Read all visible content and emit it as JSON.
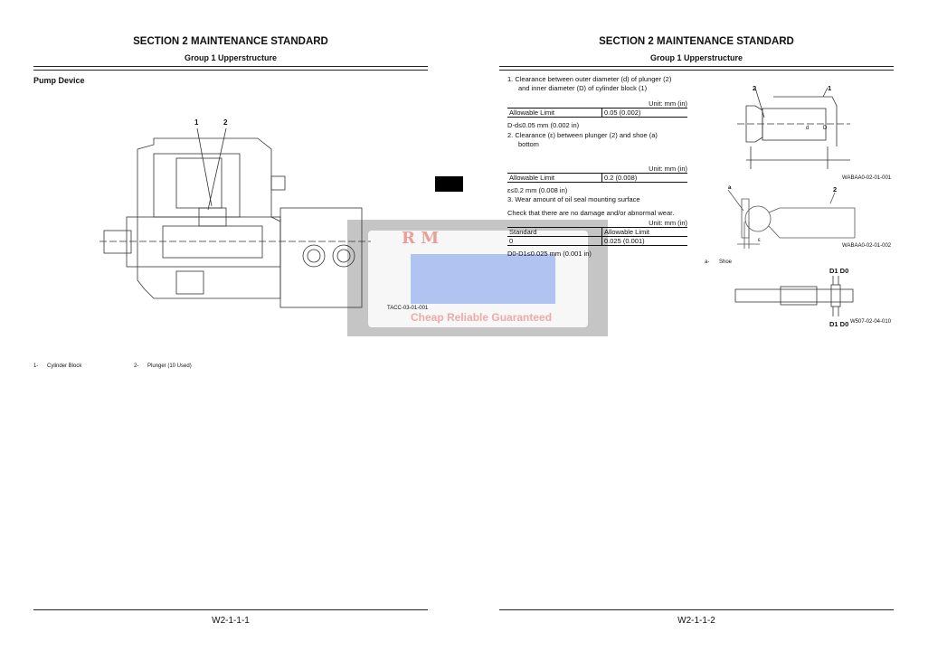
{
  "left_page": {
    "section_title": "SECTION 2 MAINTENANCE STANDARD",
    "group_title": "Group 1 Upperstructure",
    "subtitle": "Pump Device",
    "callouts": [
      "1",
      "2"
    ],
    "figure_code": "TACC-03-01-001",
    "legend": [
      {
        "num": "1-",
        "label": "Cylinder Block"
      },
      {
        "num": "2-",
        "label": "Plunger (10 Used)"
      }
    ],
    "page_number": "W2-1-1-1"
  },
  "right_page": {
    "section_title": "SECTION 2 MAINTENANCE STANDARD",
    "group_title": "Group 1 Upperstructure",
    "item1": {
      "line1": "1.  Clearance between outer diameter (d) of plunger (2)",
      "line2": "and inner diameter (D) of cylinder block (1)",
      "unit": "Unit: mm (in)",
      "row": [
        "Allowable Limit",
        "0.05 (0.002)"
      ],
      "formula": "D-d≤0.05 mm (0.002 in)"
    },
    "item2": {
      "line1": "2.  Clearance (ε) between plunger (2) and shoe (a)",
      "line2": "bottom",
      "unit": "Unit: mm (in)",
      "row": [
        "Allowable Limit",
        "0.2 (0.008)"
      ],
      "formula": "ε≤0.2 mm (0.008 in)"
    },
    "item3": {
      "line1": "3.  Wear amount of oil seal mounting surface",
      "note": "Check that there are no damage and/or abnormal wear.",
      "unit": "Unit: mm (in)",
      "header": [
        "Standard",
        "Allowable Limit"
      ],
      "row": [
        "0",
        "0.025 (0.001)"
      ],
      "formula": "D0-D1≤0.025 mm (0.001 in)"
    },
    "figures": [
      {
        "code": "WABAA0-02-01-001",
        "callouts": [
          "2",
          "1",
          "d",
          "D"
        ]
      },
      {
        "code": "WABAA0-02-01-002",
        "callouts": [
          "a",
          "2",
          "ε"
        ]
      },
      {
        "code": "W507-02-04-010",
        "callouts": [
          "D1 D0",
          "D1 D0"
        ]
      }
    ],
    "shoe_legend": {
      "num": "a-",
      "label": "Shoe"
    },
    "page_number": "W2-1-1-2"
  },
  "watermark": {
    "brand": "R M",
    "tagline": "Cheap Reliable Guaranteed"
  }
}
